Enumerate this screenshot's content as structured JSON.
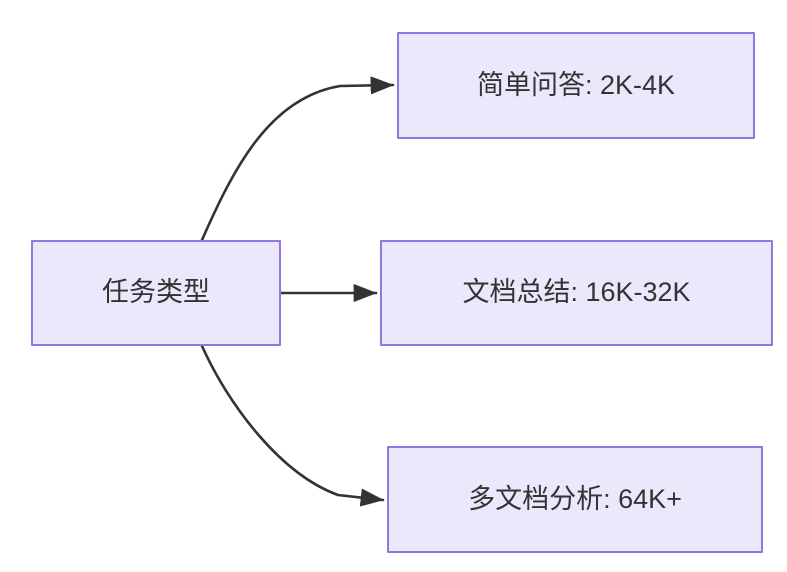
{
  "diagram": {
    "type": "flowchart",
    "direction": "left-to-right",
    "background_color": "#ffffff",
    "node_fill_color": "#ebe8fb",
    "node_border_color": "#9575e0",
    "node_text_color": "#333333",
    "edge_color": "#333333",
    "root": {
      "id": "root",
      "label": "任务类型"
    },
    "children": [
      {
        "id": "child-0",
        "label": "简单问答: 2K-4K",
        "task": "简单问答",
        "context_length": "2K-4K",
        "edge_style": "curved"
      },
      {
        "id": "child-1",
        "label": "文档总结: 16K-32K",
        "task": "文档总结",
        "context_length": "16K-32K",
        "edge_style": "straight"
      },
      {
        "id": "child-2",
        "label": "多文档分析: 64K+",
        "task": "多文档分析",
        "context_length": "64K+",
        "edge_style": "curved"
      }
    ]
  }
}
